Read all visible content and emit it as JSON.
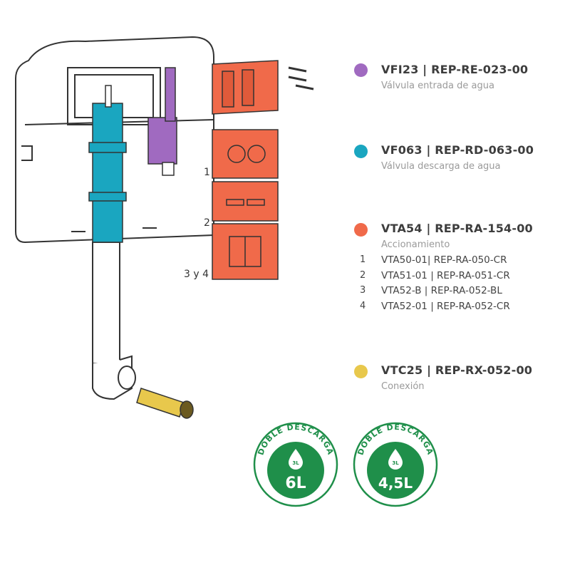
{
  "colors": {
    "purple": "#a06ac0",
    "teal": "#1aa6c0",
    "orange": "#f06a4a",
    "yellow": "#e8c84c",
    "green": "#1f8f4a"
  },
  "legend": [
    {
      "code": "VFI23 | REP-RE-023-00",
      "desc": "Válvula entrada de agua",
      "color": "#a06ac0"
    },
    {
      "code": "VF063 | REP-RD-063-00",
      "desc": "Válvula descarga de agua",
      "color": "#1aa6c0"
    },
    {
      "code": "VTA54 | REP-RA-154-00",
      "desc": "Accionamiento",
      "color": "#f06a4a",
      "items": [
        {
          "num": "1",
          "text": "VTA50-01| REP-RA-050-CR"
        },
        {
          "num": "2",
          "text": "VTA51-01 | REP-RA-051-CR"
        },
        {
          "num": "3",
          "text": "VTA52-B | REP-RA-052-BL"
        },
        {
          "num": "4",
          "text": "VTA52-01 | REP-RA-052-CR"
        }
      ]
    },
    {
      "code": "VTC25 | REP-RX-052-00",
      "desc": "Conexión",
      "color": "#e8c84c"
    }
  ],
  "panel_labels": [
    "1",
    "2",
    "3 y 4"
  ],
  "badges": [
    {
      "ring": "DOBLE DESCARGA",
      "small": "3L",
      "big": "6L"
    },
    {
      "ring": "DOBLE DESCARGA",
      "small": "3L",
      "big": "4,5L"
    }
  ]
}
